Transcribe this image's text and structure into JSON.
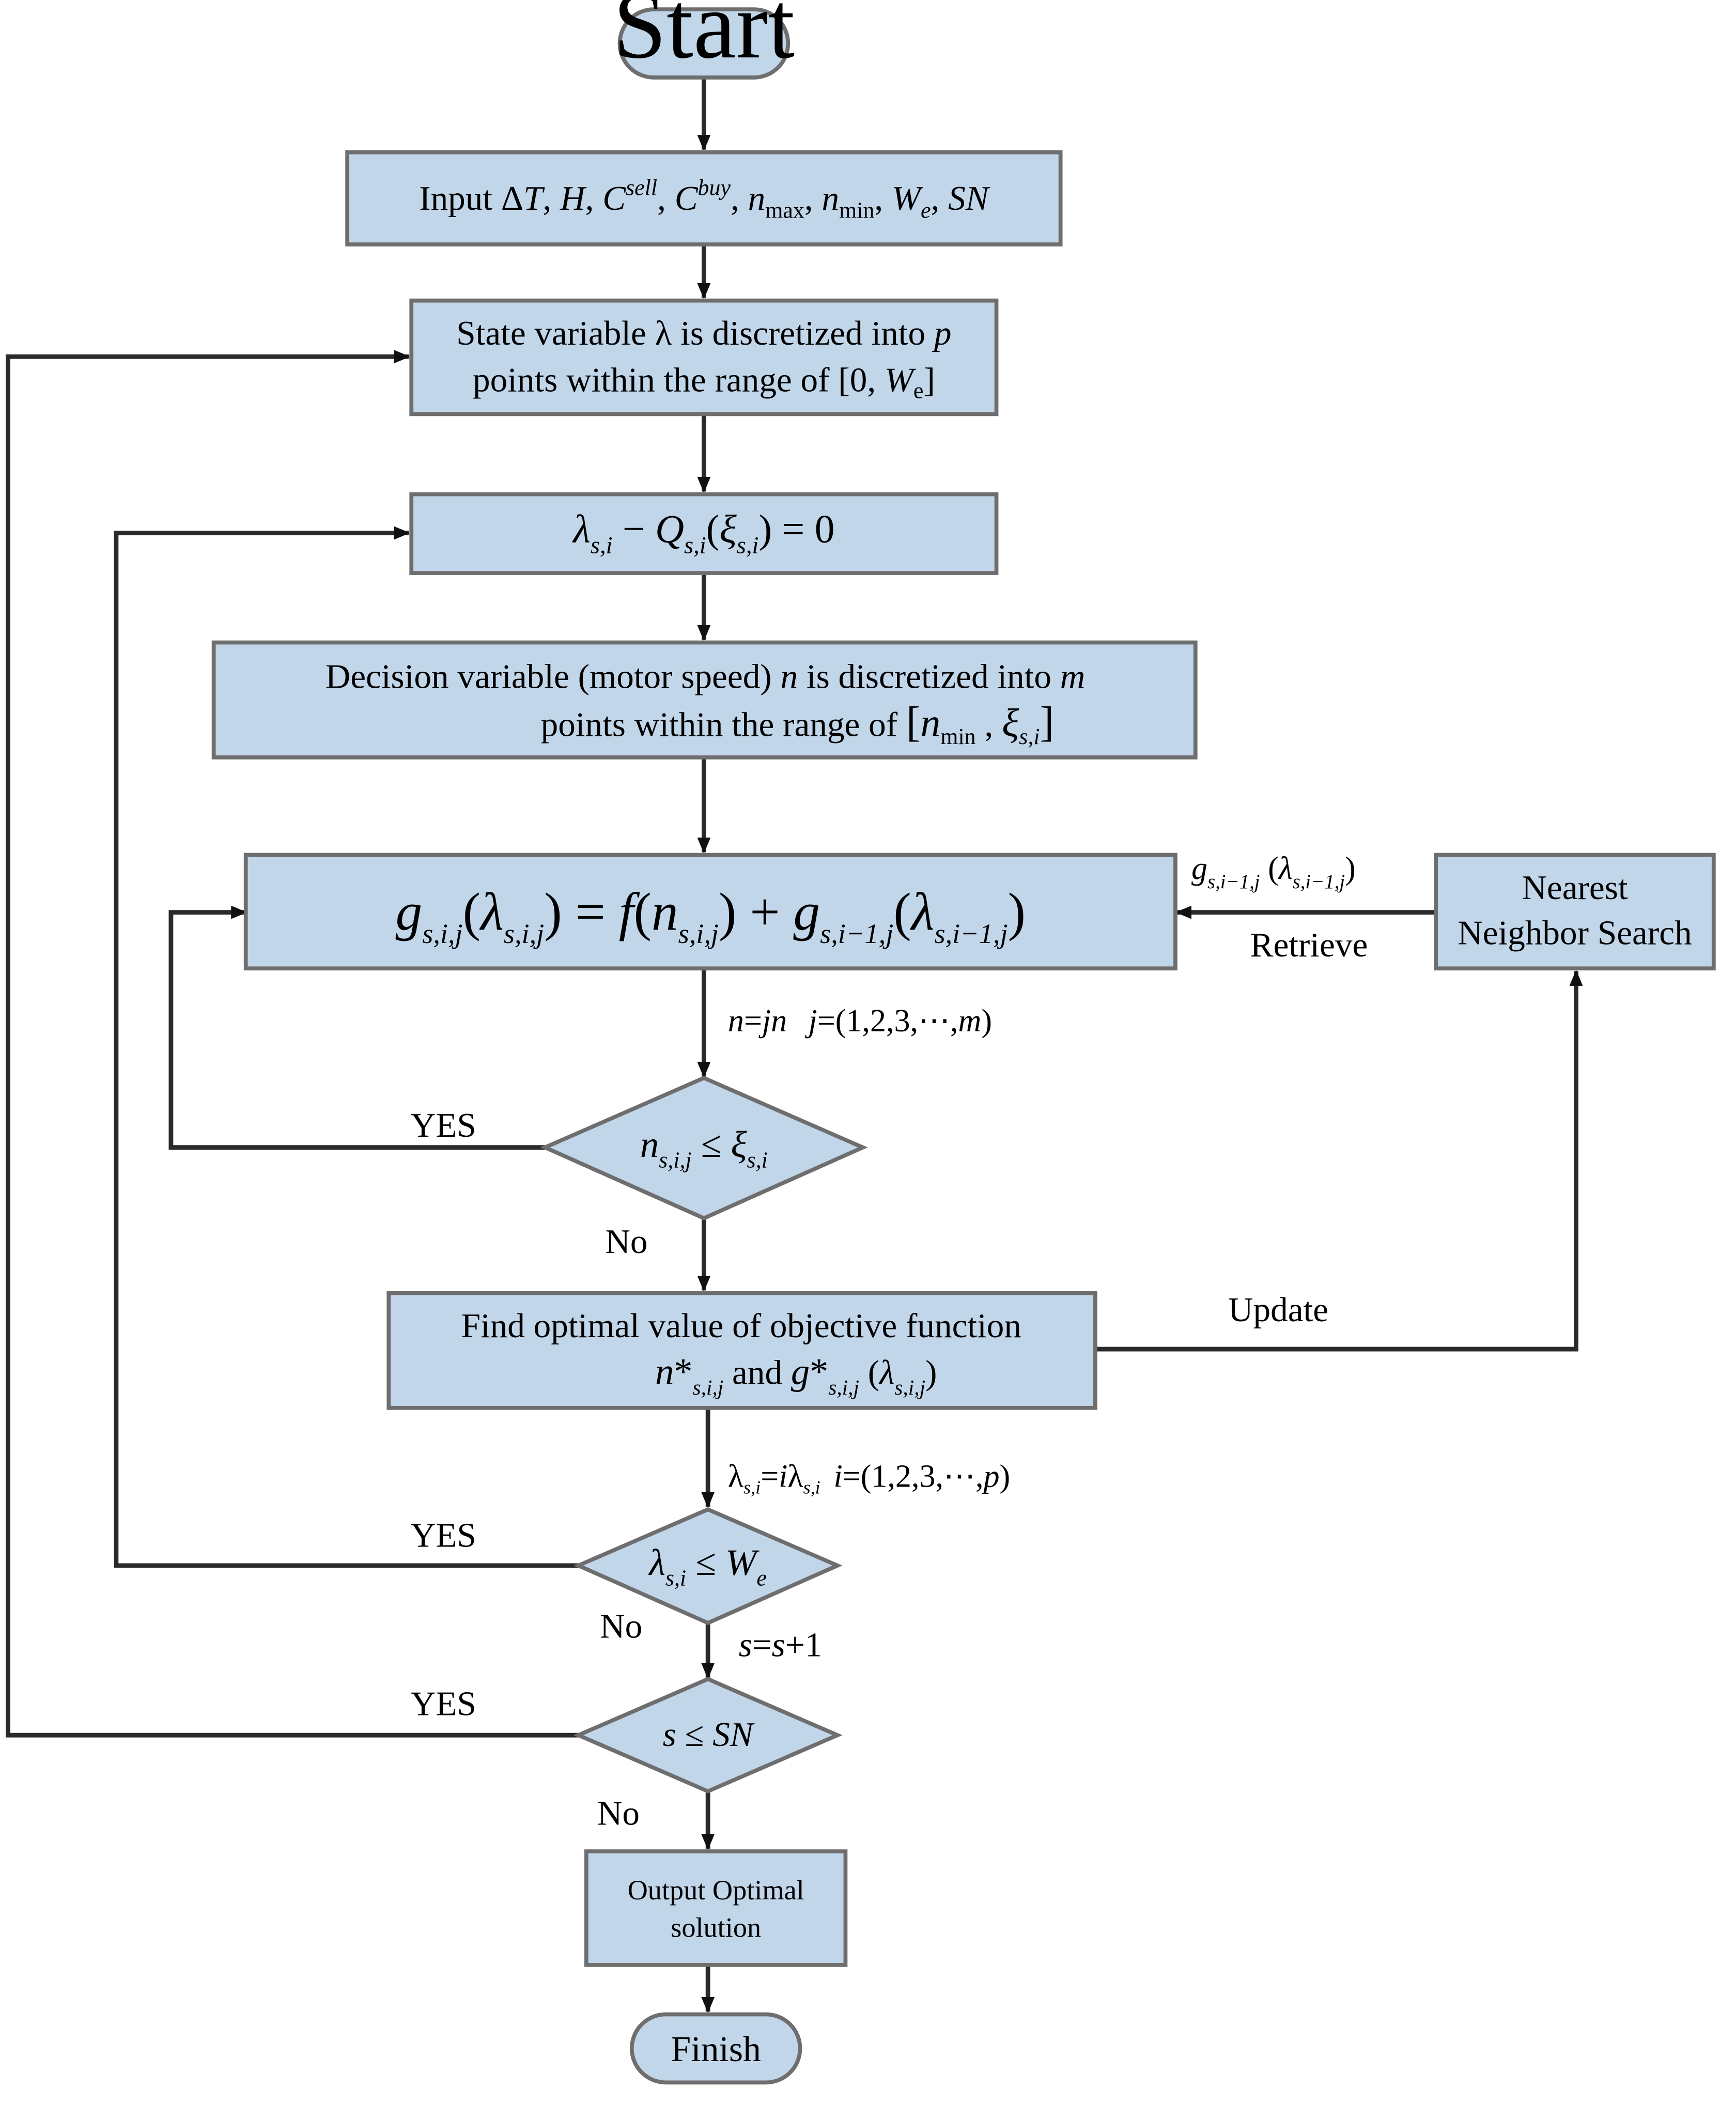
{
  "nodes": {
    "start": "Start",
    "input": {
      "prefix": "Input ",
      "delta": "Δ",
      "T": "T",
      "H": "H",
      "C": "C",
      "sell": "sell",
      "buy": "buy",
      "n": "n",
      "max": "max",
      "min": "min",
      "W": "W",
      "e": "e",
      "SN": "SN",
      "sep": ", "
    },
    "state": {
      "line1_a": "State variable λ is discretized into ",
      "line1_p": "p",
      "line2_a": "points within the range of [0, ",
      "line2_W": "W",
      "line2_e": "e",
      "line2_b": "]"
    },
    "constraint": {
      "lambda": "λ",
      "sub_si": "s,i",
      "minus": " − ",
      "Q": "Q",
      "xi": "ξ",
      "tail": ") = 0",
      "open": "("
    },
    "decision": {
      "line1_a": "Decision variable (motor speed) ",
      "line1_n": "n",
      "line1_b": "  is discretized into ",
      "line1_m": "m",
      "line2_a": "points within the range of ",
      "bracket_open": "[",
      "n": "n",
      "min": "min",
      "comma": " , ",
      "xi": "ξ",
      "sub_si": "s,i",
      "bracket_close": "]"
    },
    "recursion": {
      "g": "g",
      "sub_sij": "s,i,j",
      "lambda": "λ",
      "eq": ") = ",
      "f": "f",
      "n": "n",
      "plus": ") + ",
      "sub_si1j": "s,i−1,j",
      "open": "(",
      "close": ")"
    },
    "nearest": {
      "line1": "Nearest",
      "line2": "Neighbor Search"
    },
    "cond_n": {
      "n": "n",
      "sub_sij": "s,i,j",
      "le": " ≤ ",
      "xi": "ξ",
      "sub_si": "s,i"
    },
    "find": {
      "line1": "Find optimal value of objective function",
      "n": "n",
      "star": "*",
      "sub_sij": "s,i,j",
      "and": " and ",
      "g": "g",
      "lambda": "λ",
      "open": " (",
      "close": ")"
    },
    "cond_lambda": {
      "lambda": "λ",
      "sub_si": "s,i",
      "le": " ≤ ",
      "W": "W",
      "e": "e"
    },
    "cond_s": {
      "s": "s",
      "le": " ≤ ",
      "SN": "SN"
    },
    "output": {
      "line1": "Output Optimal",
      "line2": "solution"
    },
    "finish": "Finish"
  },
  "edge_labels": {
    "retrieve_value": {
      "g": "g",
      "sub_si1j": "s,i−1,j",
      "open": " (",
      "lambda": "λ",
      "close": ")"
    },
    "retrieve": "Retrieve",
    "update": "Update",
    "loop_j": {
      "n_eq": "n",
      "eq": "=",
      "jn": "jn",
      "j": "j",
      "rest": "=(1,2,3,⋯,",
      "m": "m",
      "end": ")"
    },
    "loop_i": {
      "lambda": "λ",
      "sub_si": "s,i",
      "eq": "=",
      "i": "i",
      "i2": "i",
      "rest": "=(1,2,3,⋯,",
      "p": "p",
      "end": ")"
    },
    "loop_s": {
      "s": "s",
      "eq": "=",
      "s2": "s",
      "plus": "+1"
    },
    "yes": "YES",
    "no": "No"
  }
}
